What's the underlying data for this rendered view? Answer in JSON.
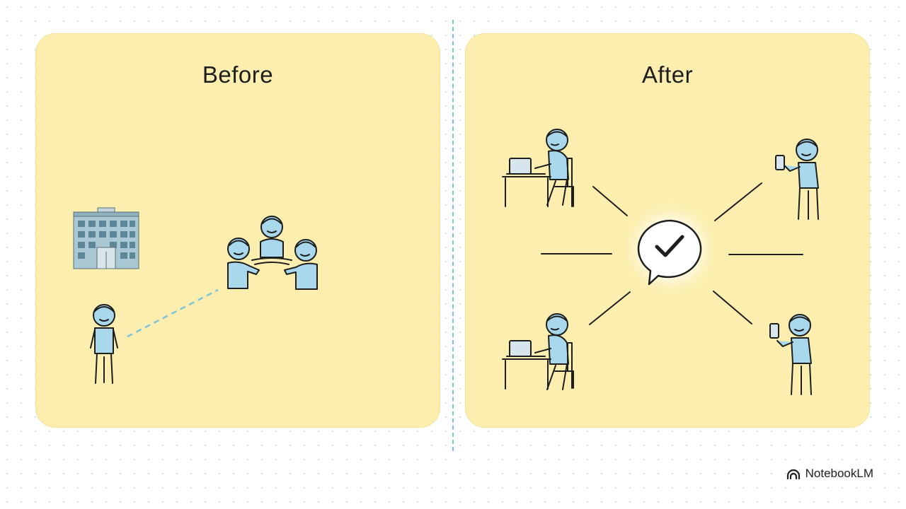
{
  "panels": {
    "before": {
      "title": "Before"
    },
    "after": {
      "title": "After"
    }
  },
  "brand": {
    "name": "NotebookLM"
  },
  "colors": {
    "panel": "#fbeeae",
    "person": "#a9d8ec",
    "outline": "#1e1e1e",
    "dashed_link": "#7fc4d9",
    "building": "#a9c8d3"
  },
  "icons": [
    "office-building-icon",
    "meeting-group-icon",
    "remote-person-icon",
    "laptop-desk-person-icon",
    "phone-person-icon",
    "checkmark-chat-bubble-icon",
    "notebooklm-logo-icon"
  ]
}
